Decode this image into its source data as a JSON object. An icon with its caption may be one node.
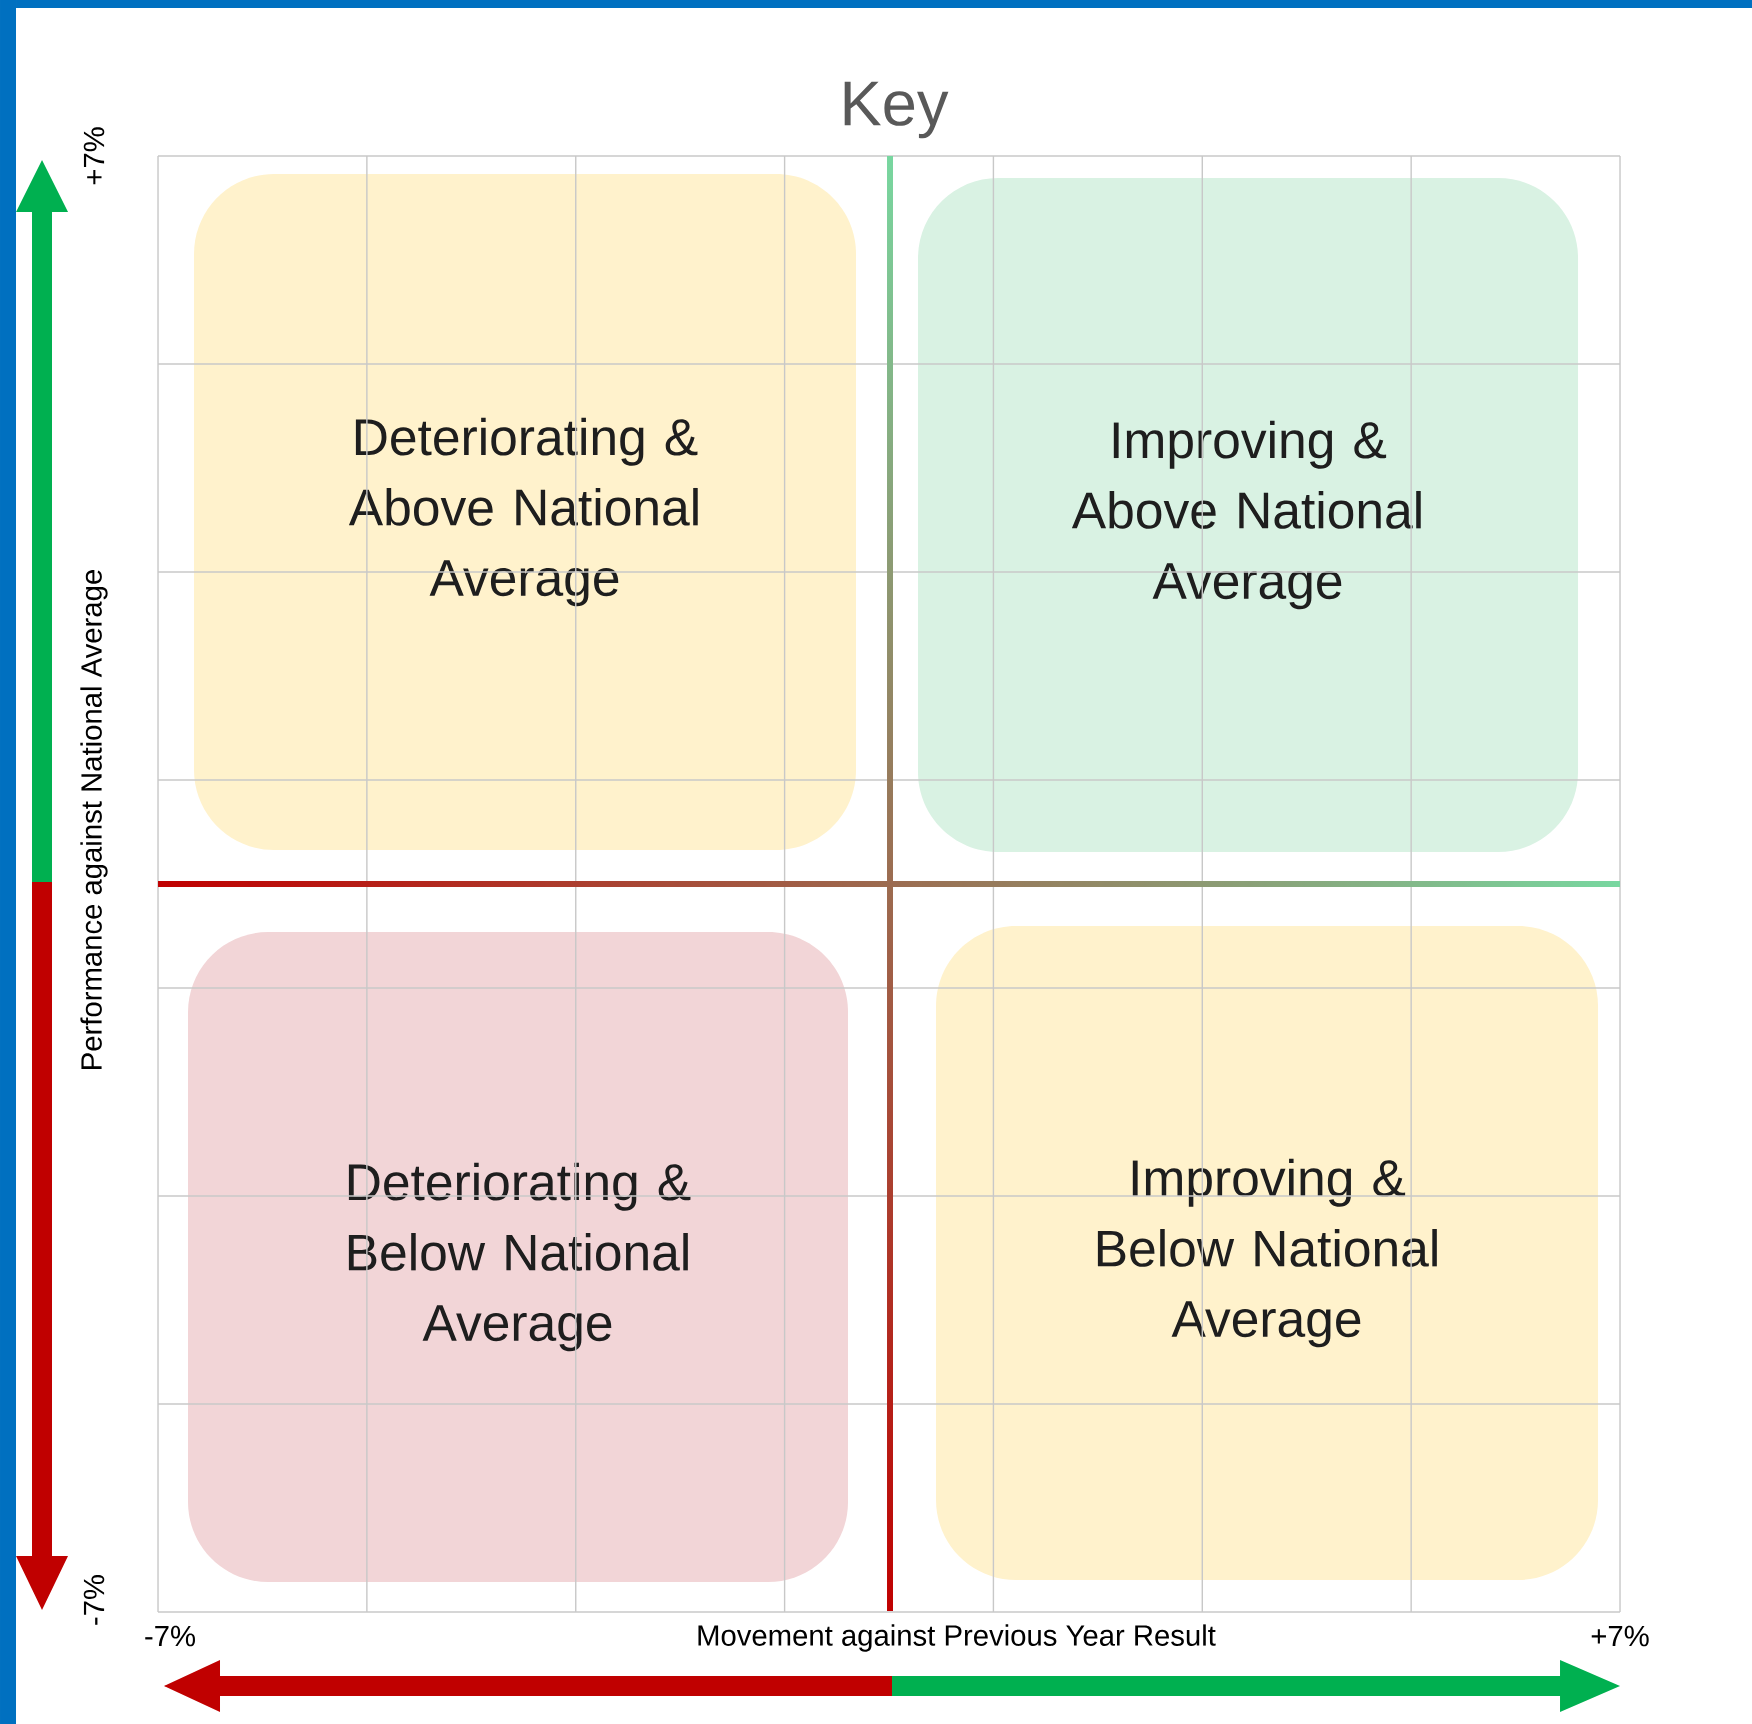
{
  "diagram": {
    "title": "Key",
    "nodes": [
      {
        "text": [
          "Deteriorating & Above National Average"
        ]
      },
      {
        "text": [
          "Improving & Above National Average"
        ]
      },
      {
        "text": [
          "Deteriorating & Below National Average"
        ]
      },
      {
        "text": [
          "Improving & Below National Average"
        ]
      }
    ],
    "labels": [
      "+7%",
      "Performance against National Average",
      "-7%",
      "-7%",
      "Movement against Previous Year Result",
      "+7%"
    ]
  }
}
